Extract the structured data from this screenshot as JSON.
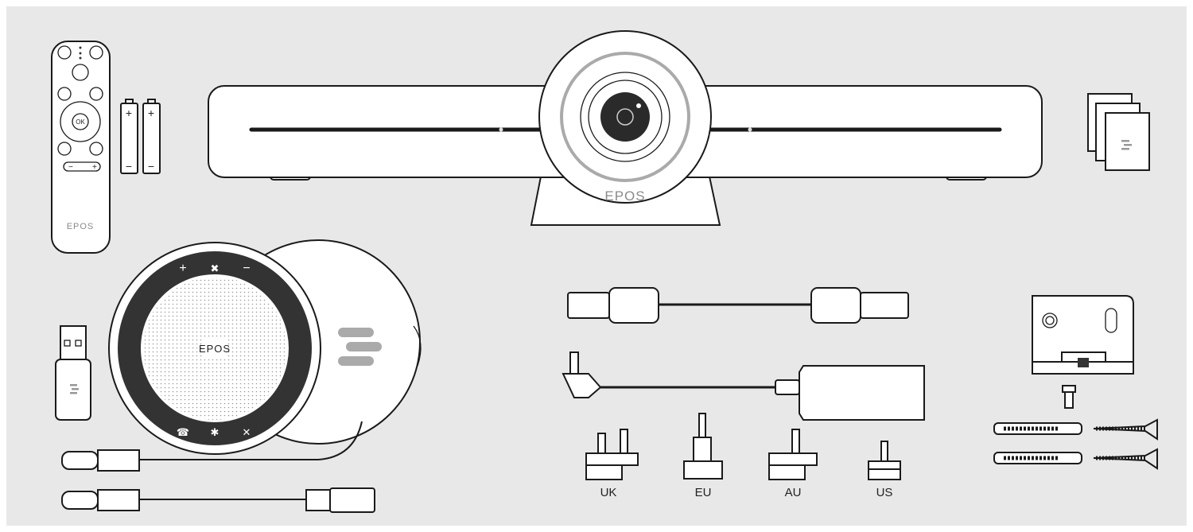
{
  "brand": "EPOS",
  "remote": {
    "logo": "EPOS",
    "ok_label": "OK",
    "vol_minus": "−",
    "vol_plus": "+"
  },
  "batteries": {
    "plus": "+",
    "minus": "−"
  },
  "camera_bar": {
    "logo": "EPOS"
  },
  "speakerphone": {
    "logo": "EPOS",
    "plus": "+",
    "minus": "−"
  },
  "plugs": [
    {
      "label": "UK"
    },
    {
      "label": "EU"
    },
    {
      "label": "AU"
    },
    {
      "label": "US"
    }
  ],
  "colors": {
    "background": "#e8e8e8",
    "outline": "#1a1a1a",
    "ring": "#3a3a3a",
    "logo": "#8a8a8a"
  }
}
